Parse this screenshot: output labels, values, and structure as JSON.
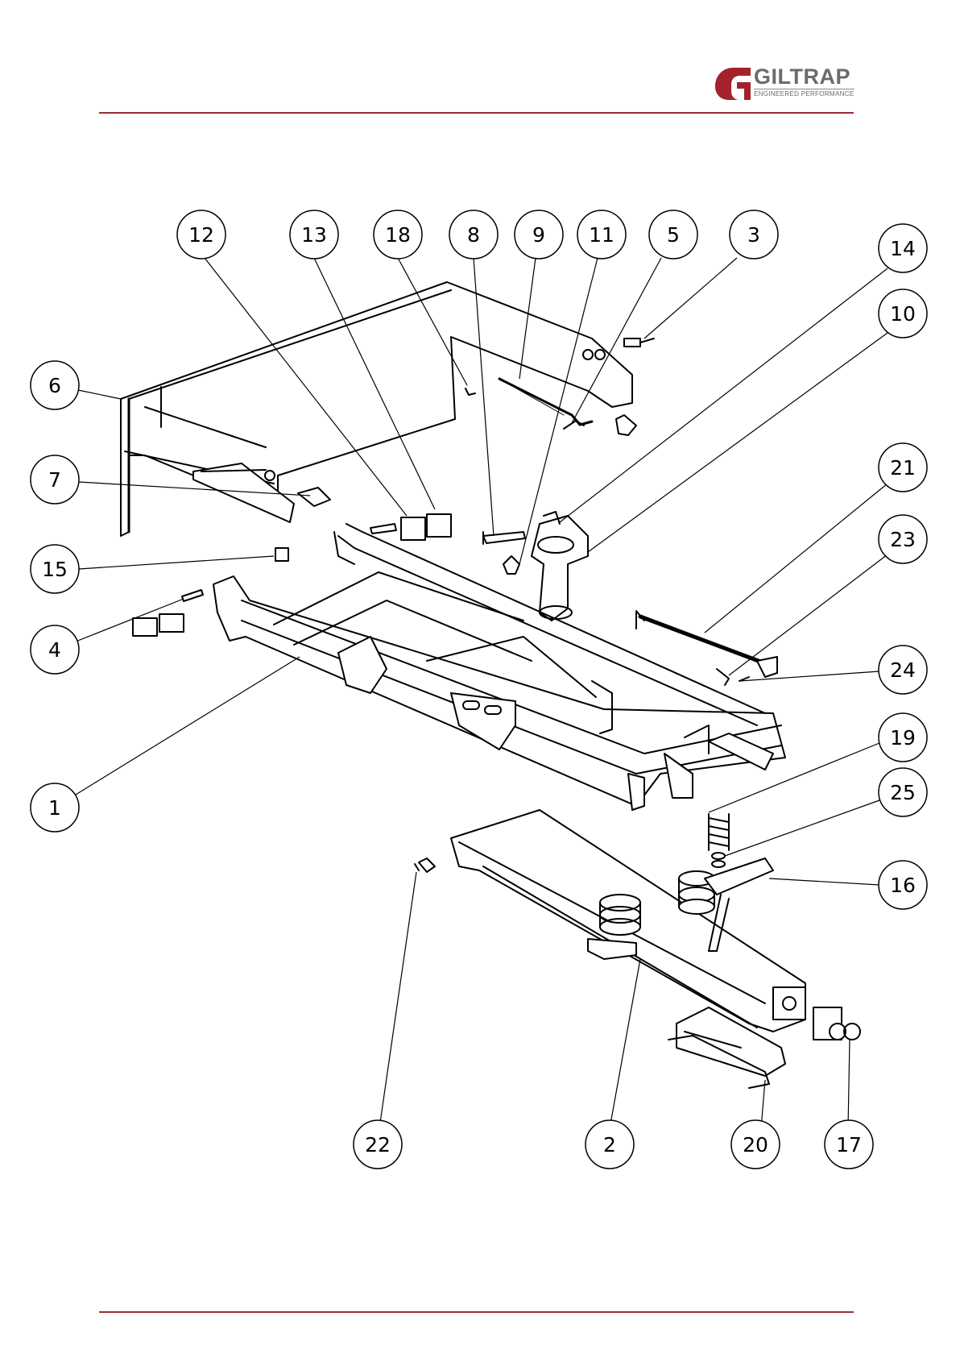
{
  "header": {
    "brand_name": "GILTRAP",
    "brand_tagline": "ENGINEERED PERFORMANCE"
  },
  "colors": {
    "brand_red": "#a3222b",
    "brand_gray": "#6b6b6b",
    "rule": "#9b2f33",
    "line": "#000000"
  },
  "diagram": {
    "callouts": [
      "12",
      "13",
      "18",
      "8",
      "9",
      "11",
      "5",
      "3",
      "14",
      "10",
      "6",
      "7",
      "15",
      "4",
      "1",
      "21",
      "23",
      "24",
      "19",
      "25",
      "16",
      "22",
      "2",
      "20",
      "17"
    ]
  }
}
